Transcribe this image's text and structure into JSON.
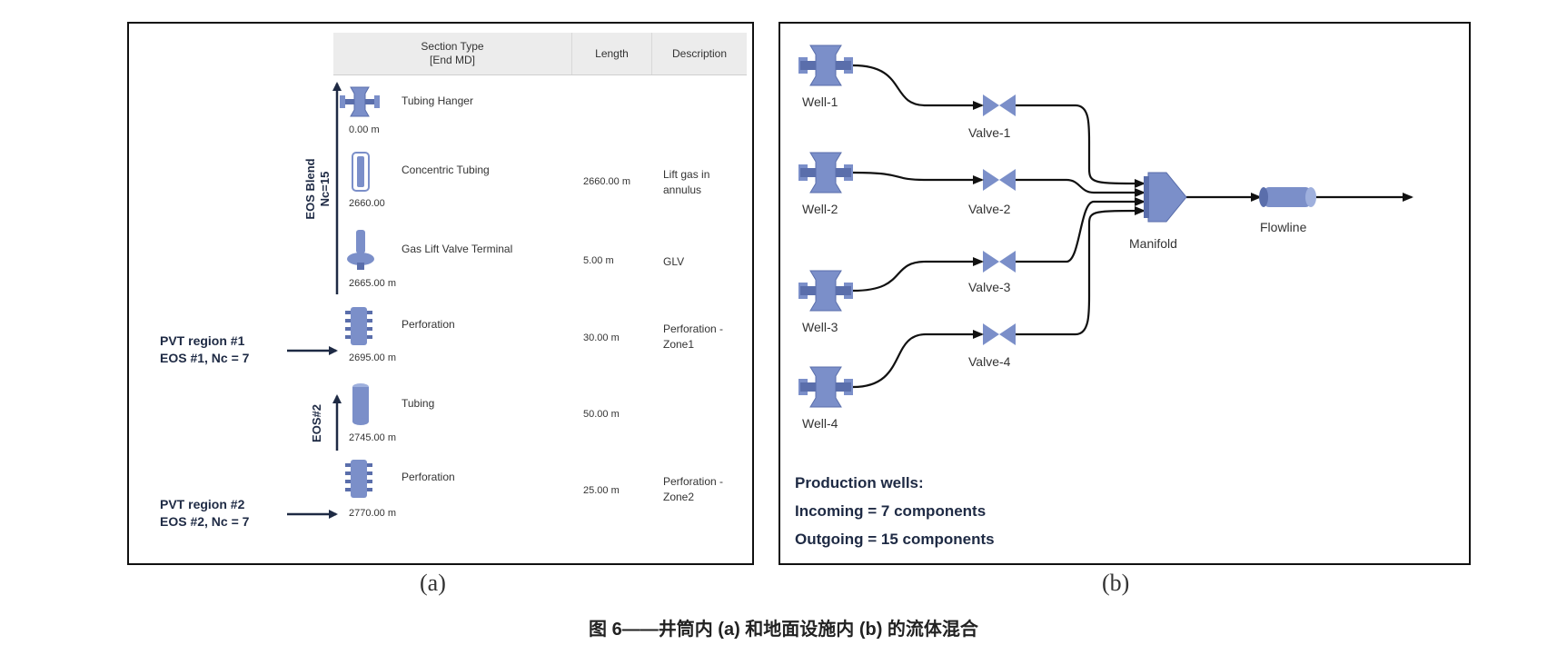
{
  "panel_a": {
    "header": {
      "section_type": "Section Type",
      "section_type_sub": "[End MD]",
      "length": "Length",
      "description": "Description"
    },
    "components": [
      {
        "name": "Tubing Hanger",
        "depth": "0.00 m",
        "length": "",
        "description": [
          "",
          ""
        ],
        "icon": "tubing-hanger-icon"
      },
      {
        "name": "Concentric Tubing",
        "depth": "2660.00",
        "length": "2660.00 m",
        "description": [
          "Lift gas in",
          "annulus"
        ],
        "icon": "concentric-tubing-icon"
      },
      {
        "name": "Gas Lift Valve Terminal",
        "depth": "2665.00 m",
        "length": "5.00 m",
        "description": [
          "GLV",
          ""
        ],
        "icon": "gas-lift-valve-icon"
      },
      {
        "name": "Perforation",
        "depth": "2695.00 m",
        "length": "30.00 m",
        "description": [
          "Perforation -",
          "Zone1"
        ],
        "icon": "perforation-icon"
      },
      {
        "name": "Tubing",
        "depth": "2745.00 m",
        "length": "50.00 m",
        "description": [
          "",
          ""
        ],
        "icon": "tubing-icon"
      },
      {
        "name": "Perforation",
        "depth": "2770.00 m",
        "length": "25.00 m",
        "description": [
          "Perforation -",
          "Zone2"
        ],
        "icon": "perforation-icon"
      }
    ],
    "eos_blend_label": "EOS Blend",
    "eos_blend_nc": "Nc=15",
    "eos2_label": "EOS#2",
    "pvt_region_1": [
      "PVT region #1",
      "EOS #1, Nc = 7"
    ],
    "pvt_region_2": [
      "PVT region #2",
      "EOS #2, Nc = 7"
    ],
    "caption": "(a)"
  },
  "panel_b": {
    "wells": [
      "Well-1",
      "Well-2",
      "Well-3",
      "Well-4"
    ],
    "valves": [
      "Valve-1",
      "Valve-2",
      "Valve-3",
      "Valve-4"
    ],
    "manifold": "Manifold",
    "flowline": "Flowline",
    "summary": [
      "Production wells:",
      "Incoming = 7 components",
      "Outgoing = 15 components"
    ],
    "caption": "(b)"
  },
  "figure_title": "图 6——井筒内 (a) 和地面设施内 (b) 的流体混合",
  "colors": {
    "icon_fill": "#7b8fc9",
    "icon_dark": "#5a6eab",
    "label_dark": "#1e2a44",
    "frame": "#111111"
  }
}
